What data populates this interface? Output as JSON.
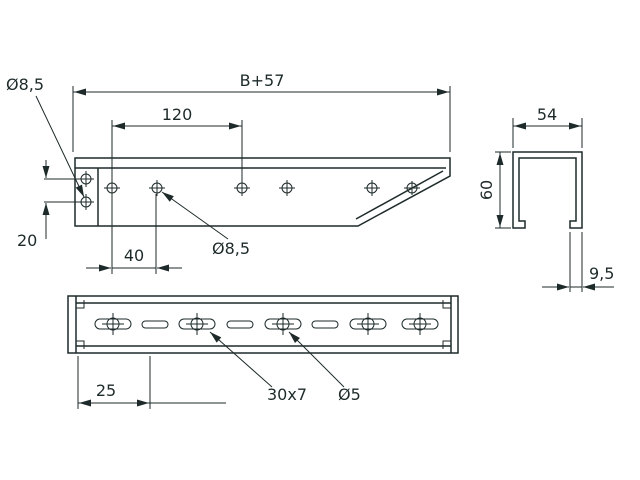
{
  "drawing": {
    "line_color": "#1e2a2a",
    "bg_color": "#ffffff",
    "side": {
      "dia_top": "Ø8,5",
      "overall": "B+57",
      "pitch": "120",
      "offset_v": "20",
      "offset_h": "40",
      "dia_mid": "Ø8,5"
    },
    "section": {
      "width": "54",
      "height": "60",
      "lip": "9,5"
    },
    "plan": {
      "pitch": "25",
      "slot": "30x7",
      "dia": "Ø5"
    }
  }
}
